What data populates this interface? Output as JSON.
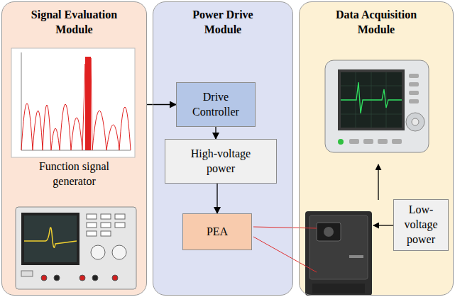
{
  "diagram": {
    "nodes": [
      {
        "text": [
          "Signal Evaluation Module",
          "Function signal generator"
        ]
      },
      {
        "text": [
          "Power Drive Module"
        ]
      },
      {
        "text": [
          "Drive Controller"
        ],
        "in": 1
      },
      {
        "text": [
          "High-voltage power"
        ],
        "in": 1
      },
      {
        "text": [
          "PEA"
        ],
        "in": 1
      },
      {
        "text": [
          "Data Acquisition Module"
        ]
      },
      {
        "text": [
          "Low-voltage power"
        ],
        "in": 5
      }
    ],
    "edges": [
      {
        "from": 0,
        "to": 2,
        "arrow": "to"
      },
      {
        "from": 2,
        "to": 3,
        "arrow": "to"
      },
      {
        "from": 3,
        "to": 4,
        "arrow": "to"
      }
    ]
  }
}
